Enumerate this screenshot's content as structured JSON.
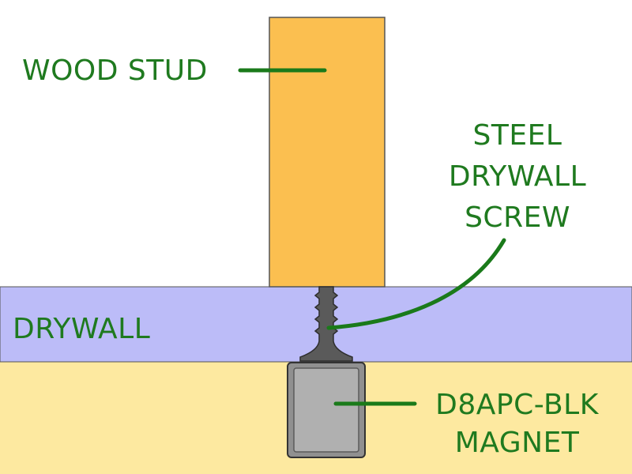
{
  "labels": {
    "wood_stud": "WOOD STUD",
    "screw": [
      "STEEL",
      "DRYWALL",
      "SCREW"
    ],
    "drywall": "DRYWALL",
    "magnet": [
      "D8APC-BLK",
      "MAGNET"
    ]
  },
  "colors": {
    "label_text": "#1f7a1f",
    "leader_line": "#1a7a1a",
    "wood_stud": "#fbbf50",
    "drywall": "#bcbcf8",
    "background_below": "#fde9a0",
    "screw": "#5a5a5a",
    "magnet_fill": "#b0b0b0",
    "magnet_border": "#606060",
    "outline": "#333333"
  }
}
